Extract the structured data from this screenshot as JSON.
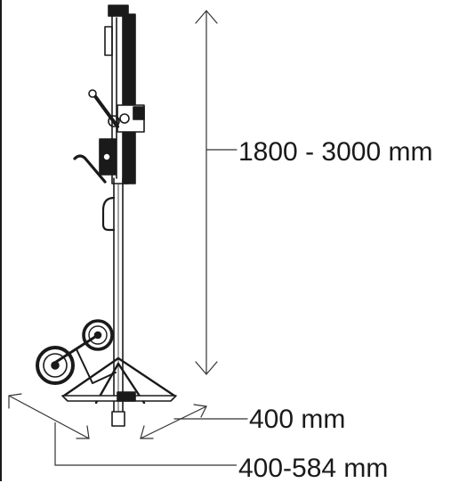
{
  "dimensions": {
    "height_label": "1800 - 3000 mm",
    "base_width_label": "400 mm",
    "track_width_label": "400-584 mm"
  },
  "colors": {
    "line": "#1a1a1a",
    "dimension_line": "#333333",
    "background": "#ffffff"
  }
}
